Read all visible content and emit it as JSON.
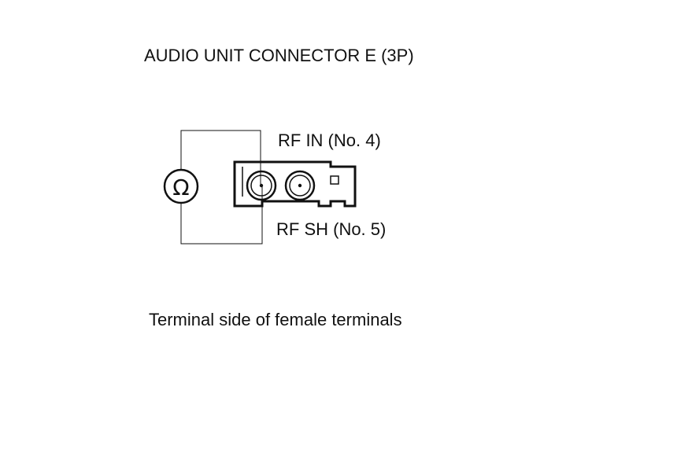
{
  "title": "AUDIO UNIT CONNECTOR E (3P)",
  "labels": {
    "rf_in": "RF IN (No. 4)",
    "rf_sh": "RF SH (No. 5)"
  },
  "meter_symbol": "Ω",
  "caption": "Terminal side of female terminals",
  "colors": {
    "line": "#111111",
    "background": "#ffffff"
  }
}
